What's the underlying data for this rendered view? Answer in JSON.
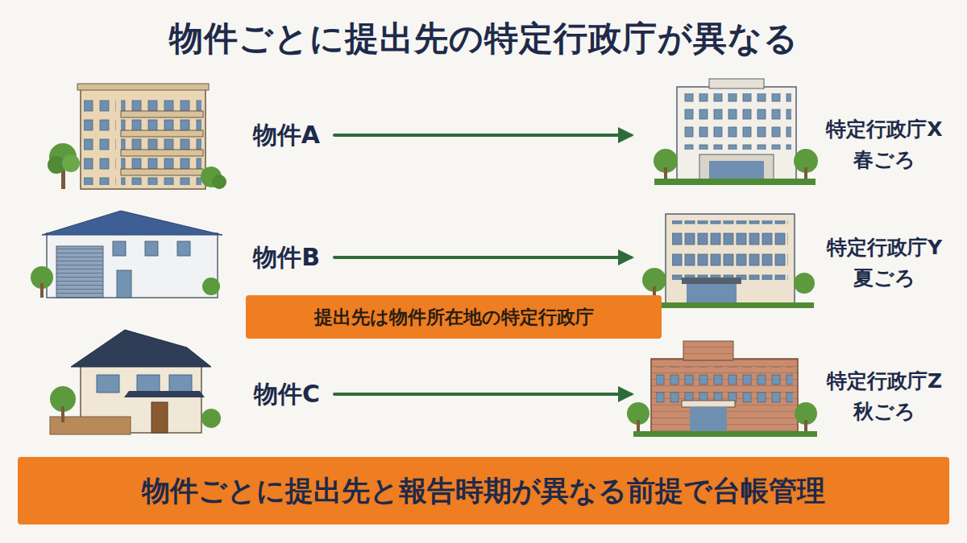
{
  "diagram": {
    "title": "物件ごとに提出先の特定行政庁が異なる",
    "nodes": [
      {
        "text": [
          "物件A"
        ]
      },
      {
        "text": [
          "特定行政庁X",
          "春ごろ"
        ]
      },
      {
        "text": [
          "物件B"
        ]
      },
      {
        "text": [
          "特定行政庁Y",
          "夏ごろ"
        ]
      },
      {
        "text": [
          "提出先は物件所在地の特定行政庁"
        ]
      },
      {
        "text": [
          "物件C"
        ]
      },
      {
        "text": [
          "特定行政庁Z",
          "秋ごろ"
        ]
      },
      {
        "text": [
          "物件ごとに提出先と報告時期が異なる前提で台帳管理"
        ]
      }
    ],
    "edges": [
      {
        "from": 0,
        "to": 1,
        "arrow": "to"
      },
      {
        "from": 2,
        "to": 3,
        "arrow": "to"
      },
      {
        "from": 5,
        "to": 6,
        "arrow": "to"
      }
    ]
  }
}
